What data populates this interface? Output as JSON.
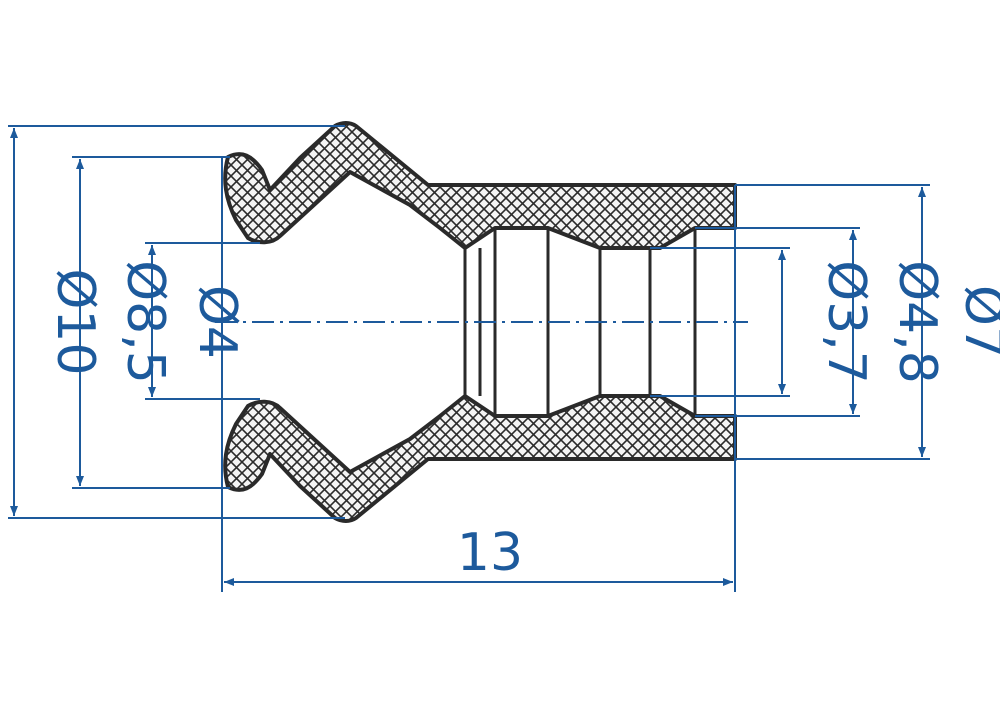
{
  "dimensions": {
    "d10": "Ø10",
    "d8_5": "Ø8,5",
    "d4": "Ø4",
    "d3_7": "Ø3,7",
    "d4_8": "Ø4,8",
    "d7": "Ø7",
    "length": "13"
  },
  "colors": {
    "dimension": "#1d5a9c",
    "outline": "#2a2a2a"
  }
}
